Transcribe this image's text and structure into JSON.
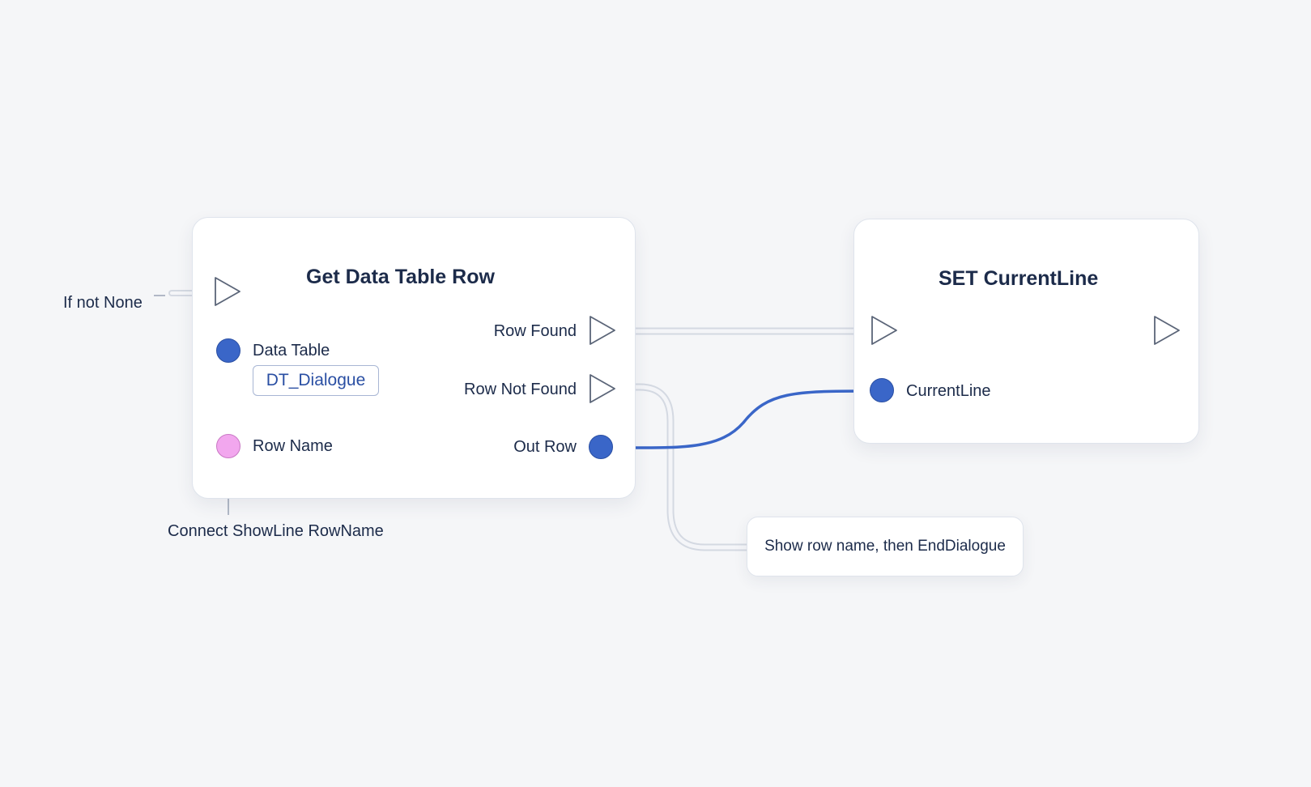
{
  "input_label": "If not None",
  "get_node": {
    "title": "Get Data Table Row",
    "pins": {
      "data_table": "Data Table",
      "data_table_value": "DT_Dialogue",
      "row_name": "Row Name",
      "row_found": "Row Found",
      "row_not_found": "Row Not Found",
      "out_row": "Out Row"
    },
    "comment": "Connect ShowLine RowName"
  },
  "set_node": {
    "title": "SET CurrentLine",
    "pins": {
      "current_line": "CurrentLine"
    }
  },
  "comment_box": "Show row name, then EndDialogue",
  "colors": {
    "background": "#f5f6f8",
    "node_fill": "#ffffff",
    "data_pin": "#3a66c8",
    "name_pin": "#f2a7ee",
    "data_wire": "#3a66c8",
    "exec_wire": "#e7eaf0",
    "text": "#1c2b4a"
  }
}
